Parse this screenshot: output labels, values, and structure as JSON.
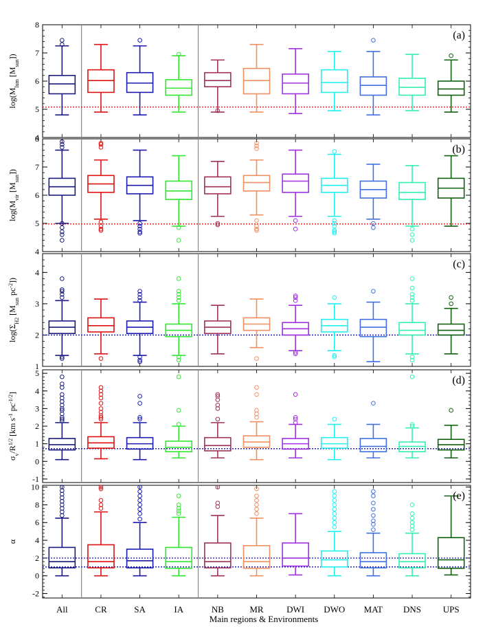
{
  "figure": {
    "categories": [
      "All",
      "CR",
      "SA",
      "IA",
      "NB",
      "MR",
      "DWI",
      "DWO",
      "MAT",
      "DNS",
      "UPS"
    ],
    "colors": [
      "#1a1a80",
      "#e01010",
      "#1a1ab0",
      "#30e830",
      "#a0305a",
      "#f09060",
      "#a030e0",
      "#20f0f0",
      "#4070e0",
      "#30f0b0",
      "#106010"
    ],
    "xlabel": "Main regions & Environments",
    "separators_after": [
      "All",
      "IA"
    ]
  },
  "chart_data": [
    {
      "type": "box",
      "panel_label": "(a)",
      "ylabel": "log(M_lum [M_sun])",
      "ylim": [
        4,
        8
      ],
      "yticks": [
        4,
        5,
        6,
        7,
        8
      ],
      "ref_lines": [
        {
          "y": 5.08,
          "color": "#e01010"
        }
      ],
      "boxes": [
        {
          "category": "All",
          "whislo": 4.8,
          "q1": 5.55,
          "med": 5.9,
          "q3": 6.2,
          "whishi": 7.25,
          "fliers": [
            7.3,
            7.45
          ]
        },
        {
          "category": "CR",
          "whislo": 4.9,
          "q1": 5.6,
          "med": 6.02,
          "q3": 6.4,
          "whishi": 7.3,
          "fliers": []
        },
        {
          "category": "SA",
          "whislo": 4.8,
          "q1": 5.6,
          "med": 5.93,
          "q3": 6.3,
          "whishi": 7.25,
          "fliers": [
            7.45
          ]
        },
        {
          "category": "IA",
          "whislo": 4.9,
          "q1": 5.5,
          "med": 5.75,
          "q3": 6.05,
          "whishi": 6.9,
          "fliers": [
            6.95
          ]
        },
        {
          "category": "NB",
          "whislo": 4.9,
          "q1": 5.8,
          "med": 6.02,
          "q3": 6.3,
          "whishi": 6.75,
          "fliers": [
            4.95
          ]
        },
        {
          "category": "MR",
          "whislo": 4.9,
          "q1": 5.55,
          "med": 6.02,
          "q3": 6.45,
          "whishi": 7.3,
          "fliers": []
        },
        {
          "category": "DWI",
          "whislo": 4.85,
          "q1": 5.55,
          "med": 5.93,
          "q3": 6.25,
          "whishi": 7.15,
          "fliers": []
        },
        {
          "category": "DWO",
          "whislo": 4.95,
          "q1": 5.6,
          "med": 5.95,
          "q3": 6.4,
          "whishi": 7.05,
          "fliers": []
        },
        {
          "category": "MAT",
          "whislo": 4.8,
          "q1": 5.5,
          "med": 5.85,
          "q3": 6.15,
          "whishi": 7.05,
          "fliers": [
            7.45
          ]
        },
        {
          "category": "DNS",
          "whislo": 4.95,
          "q1": 5.5,
          "med": 5.78,
          "q3": 6.1,
          "whishi": 6.95,
          "fliers": []
        },
        {
          "category": "UPS",
          "whislo": 4.9,
          "q1": 5.5,
          "med": 5.72,
          "q3": 6.0,
          "whishi": 6.75,
          "fliers": [
            6.9
          ]
        }
      ]
    },
    {
      "type": "box",
      "panel_label": "(b)",
      "ylabel": "log(M_vir [M_sun])",
      "ylim": [
        4,
        8
      ],
      "yticks": [
        4,
        5,
        6,
        7,
        8
      ],
      "ref_lines": [
        {
          "y": 4.98,
          "color": "#e01010"
        }
      ],
      "boxes": [
        {
          "category": "All",
          "whislo": 5.0,
          "q1": 6.0,
          "med": 6.3,
          "q3": 6.6,
          "whishi": 7.6,
          "fliers": [
            7.7,
            7.8,
            7.9,
            5.0,
            4.85,
            4.7,
            4.6,
            4.4
          ]
        },
        {
          "category": "CR",
          "whislo": 5.15,
          "q1": 6.1,
          "med": 6.4,
          "q3": 6.7,
          "whishi": 7.25,
          "fliers": [
            7.7,
            7.8,
            7.85,
            5.05,
            4.9,
            4.8,
            4.75
          ]
        },
        {
          "category": "SA",
          "whislo": 5.1,
          "q1": 6.05,
          "med": 6.35,
          "q3": 6.65,
          "whishi": 7.6,
          "fliers": [
            5.0,
            4.9,
            4.8,
            4.7,
            4.65
          ]
        },
        {
          "category": "IA",
          "whislo": 4.9,
          "q1": 5.85,
          "med": 6.15,
          "q3": 6.5,
          "whishi": 7.4,
          "fliers": [
            4.85,
            4.4
          ]
        },
        {
          "category": "NB",
          "whislo": 5.25,
          "q1": 6.05,
          "med": 6.3,
          "q3": 6.65,
          "whishi": 7.2,
          "fliers": [
            5.0,
            4.95
          ]
        },
        {
          "category": "MR",
          "whislo": 5.3,
          "q1": 6.15,
          "med": 6.45,
          "q3": 6.7,
          "whishi": 7.25,
          "fliers": [
            7.65,
            7.75,
            7.85,
            5.1,
            4.9,
            4.8,
            4.75
          ]
        },
        {
          "category": "DWI",
          "whislo": 5.25,
          "q1": 6.1,
          "med": 6.5,
          "q3": 6.75,
          "whishi": 7.6,
          "fliers": [
            5.1,
            4.8
          ]
        },
        {
          "category": "DWO",
          "whislo": 5.25,
          "q1": 6.1,
          "med": 6.35,
          "q3": 6.6,
          "whishi": 7.45,
          "fliers": [
            7.55,
            5.1,
            5.0,
            4.9,
            4.75,
            4.7,
            4.65
          ]
        },
        {
          "category": "MAT",
          "whislo": 5.15,
          "q1": 5.9,
          "med": 6.2,
          "q3": 6.5,
          "whishi": 7.1,
          "fliers": [
            5.0,
            4.85
          ]
        },
        {
          "category": "DNS",
          "whislo": 4.9,
          "q1": 5.85,
          "med": 6.1,
          "q3": 6.45,
          "whishi": 7.05,
          "fliers": [
            4.8,
            4.6,
            4.4
          ]
        },
        {
          "category": "UPS",
          "whislo": 4.9,
          "q1": 5.9,
          "med": 6.25,
          "q3": 6.6,
          "whishi": 7.4,
          "fliers": []
        }
      ]
    },
    {
      "type": "box",
      "panel_label": "(c)",
      "ylabel": "log(Σ_H2 [M_sun pc^-2])",
      "ylim": [
        1,
        4.6
      ],
      "yticks": [
        1,
        2,
        3,
        4
      ],
      "ref_lines": [
        {
          "y": 2.0,
          "color": "#1010a0"
        }
      ],
      "boxes": [
        {
          "category": "All",
          "whislo": 1.35,
          "q1": 2.05,
          "med": 2.25,
          "q3": 2.45,
          "whishi": 3.1,
          "fliers": [
            3.2,
            3.3,
            3.4,
            3.45,
            3.8,
            1.3,
            1.25
          ]
        },
        {
          "category": "CR",
          "whislo": 1.4,
          "q1": 2.1,
          "med": 2.3,
          "q3": 2.55,
          "whishi": 3.15,
          "fliers": [
            1.25
          ]
        },
        {
          "category": "SA",
          "whislo": 1.35,
          "q1": 2.05,
          "med": 2.25,
          "q3": 2.45,
          "whishi": 3.05,
          "fliers": [
            3.1,
            3.2,
            3.3,
            3.4,
            1.3,
            1.2,
            1.15
          ]
        },
        {
          "category": "IA",
          "whislo": 1.35,
          "q1": 1.95,
          "med": 2.15,
          "q3": 2.35,
          "whishi": 3.0,
          "fliers": [
            3.1,
            3.2,
            3.3,
            3.4,
            3.8,
            1.3,
            1.2
          ]
        },
        {
          "category": "NB",
          "whislo": 1.4,
          "q1": 2.05,
          "med": 2.25,
          "q3": 2.45,
          "whishi": 2.95,
          "fliers": []
        },
        {
          "category": "MR",
          "whislo": 1.6,
          "q1": 2.15,
          "med": 2.35,
          "q3": 2.55,
          "whishi": 3.15,
          "fliers": [
            1.25
          ]
        },
        {
          "category": "DWI",
          "whislo": 1.5,
          "q1": 2.0,
          "med": 2.2,
          "q3": 2.4,
          "whishi": 2.95,
          "fliers": [
            3.1,
            3.2,
            3.25,
            1.45,
            1.4
          ]
        },
        {
          "category": "DWO",
          "whislo": 1.5,
          "q1": 2.1,
          "med": 2.3,
          "q3": 2.5,
          "whishi": 3.0,
          "fliers": [
            3.2,
            1.35,
            1.3
          ]
        },
        {
          "category": "MAT",
          "whislo": 1.15,
          "q1": 1.95,
          "med": 2.25,
          "q3": 2.5,
          "whishi": 3.05,
          "fliers": [
            3.4
          ]
        },
        {
          "category": "DNS",
          "whislo": 1.4,
          "q1": 2.0,
          "med": 2.15,
          "q3": 2.4,
          "whishi": 3.0,
          "fliers": [
            3.1,
            3.2,
            3.3,
            3.5,
            3.8,
            1.3,
            1.2
          ]
        },
        {
          "category": "UPS",
          "whislo": 1.4,
          "q1": 2.0,
          "med": 2.15,
          "q3": 2.35,
          "whishi": 2.85,
          "fliers": [
            3.0,
            3.2
          ]
        }
      ]
    },
    {
      "type": "box",
      "panel_label": "(d)",
      "ylabel": "σ_v/R^1/2 [km s^-1 pc^-1/2]",
      "ylim": [
        -1.2,
        5.2
      ],
      "yticks": [
        -1,
        0,
        1,
        2,
        3,
        4,
        5
      ],
      "ref_lines": [
        {
          "y": 0.72,
          "color": "#1010a0"
        }
      ],
      "boxes": [
        {
          "category": "All",
          "whislo": 0.1,
          "q1": 0.65,
          "med": 0.95,
          "q3": 1.3,
          "whishi": 2.2,
          "fliers": [
            2.3,
            2.4,
            2.5,
            2.7,
            2.9,
            3.0,
            3.2,
            3.4,
            3.6,
            3.8,
            4.2,
            4.4,
            4.8
          ]
        },
        {
          "category": "CR",
          "whislo": 0.15,
          "q1": 0.75,
          "med": 1.05,
          "q3": 1.4,
          "whishi": 2.2,
          "fliers": [
            2.4,
            2.5,
            2.6,
            2.8,
            3.0,
            3.3,
            3.6,
            3.8,
            4.0,
            4.2
          ]
        },
        {
          "category": "SA",
          "whislo": 0.1,
          "q1": 0.7,
          "med": 1.0,
          "q3": 1.35,
          "whishi": 2.2,
          "fliers": [
            2.4,
            2.5,
            3.3,
            3.7
          ]
        },
        {
          "category": "IA",
          "whislo": 0.2,
          "q1": 0.55,
          "med": 0.8,
          "q3": 1.15,
          "whishi": 2.0,
          "fliers": [
            2.1,
            2.9,
            4.8
          ]
        },
        {
          "category": "NB",
          "whislo": 0.2,
          "q1": 0.6,
          "med": 0.9,
          "q3": 1.35,
          "whishi": 2.2,
          "fliers": [
            2.4,
            3.0,
            3.2,
            3.5,
            3.7,
            3.8
          ]
        },
        {
          "category": "MR",
          "whislo": 0.1,
          "q1": 0.8,
          "med": 1.1,
          "q3": 1.45,
          "whishi": 2.25,
          "fliers": [
            2.5,
            2.7,
            2.9,
            3.8,
            4.2
          ]
        },
        {
          "category": "DWI",
          "whislo": 0.2,
          "q1": 0.7,
          "med": 1.0,
          "q3": 1.3,
          "whishi": 2.1,
          "fliers": [
            2.2,
            2.4,
            2.5,
            3.8
          ]
        },
        {
          "category": "DWO",
          "whislo": 0.1,
          "q1": 0.75,
          "med": 1.0,
          "q3": 1.35,
          "whishi": 2.1,
          "fliers": [
            2.4
          ]
        },
        {
          "category": "MAT",
          "whislo": 0.2,
          "q1": 0.55,
          "med": 0.85,
          "q3": 1.3,
          "whishi": 2.1,
          "fliers": [
            3.3
          ]
        },
        {
          "category": "DNS",
          "whislo": 0.2,
          "q1": 0.55,
          "med": 0.85,
          "q3": 1.1,
          "whishi": 1.9,
          "fliers": [
            2.0,
            2.1,
            4.8
          ]
        },
        {
          "category": "UPS",
          "whislo": 0.2,
          "q1": 0.65,
          "med": 0.95,
          "q3": 1.25,
          "whishi": 2.05,
          "fliers": [
            2.9
          ]
        }
      ]
    },
    {
      "type": "box",
      "panel_label": "(e)",
      "ylabel": "α",
      "ylim": [
        -2.5,
        10.2
      ],
      "yticks": [
        -2,
        0,
        2,
        4,
        6,
        8,
        10
      ],
      "ref_lines": [
        {
          "y": 1.0,
          "color": "#1010a0"
        },
        {
          "y": 2.0,
          "color": "#1010a0"
        }
      ],
      "boxes": [
        {
          "category": "All",
          "whislo": 0.0,
          "q1": 0.9,
          "med": 1.6,
          "q3": 3.2,
          "whishi": 6.5,
          "fliers": [
            6.8,
            7.2,
            7.6,
            8.0,
            8.4,
            8.8,
            9.2,
            9.6,
            10.0
          ]
        },
        {
          "category": "CR",
          "whislo": 0.0,
          "q1": 0.9,
          "med": 1.6,
          "q3": 3.5,
          "whishi": 7.2,
          "fliers": [
            7.6,
            8.0,
            8.5,
            9.8,
            10.0
          ]
        },
        {
          "category": "SA",
          "whislo": 0.0,
          "q1": 0.9,
          "med": 1.7,
          "q3": 3.0,
          "whishi": 6.0,
          "fliers": [
            6.4,
            7.0,
            7.5,
            8.0,
            8.5,
            9.0,
            9.5,
            10.0
          ]
        },
        {
          "category": "IA",
          "whislo": 0.0,
          "q1": 0.85,
          "med": 1.6,
          "q3": 3.2,
          "whishi": 6.6,
          "fliers": [
            7.0,
            7.3,
            7.6,
            8.0,
            9.0
          ]
        },
        {
          "category": "NB",
          "whislo": 0.0,
          "q1": 0.9,
          "med": 1.6,
          "q3": 3.7,
          "whishi": 6.8,
          "fliers": [
            7.8,
            8.2,
            10.0
          ]
        },
        {
          "category": "MR",
          "whislo": 0.0,
          "q1": 0.85,
          "med": 1.6,
          "q3": 3.4,
          "whishi": 6.5,
          "fliers": [
            7.0,
            7.5,
            8.0,
            8.5,
            9.0,
            9.8
          ]
        },
        {
          "category": "DWI",
          "whislo": 0.1,
          "q1": 1.1,
          "med": 2.0,
          "q3": 3.7,
          "whishi": 7.0,
          "fliers": []
        },
        {
          "category": "DWO",
          "whislo": 0.0,
          "q1": 1.0,
          "med": 1.8,
          "q3": 2.8,
          "whishi": 5.0,
          "fliers": [
            5.5,
            6.0,
            6.5,
            7.0,
            7.5,
            8.0,
            8.5,
            9.0,
            9.5
          ]
        },
        {
          "category": "MAT",
          "whislo": 0.0,
          "q1": 0.9,
          "med": 1.6,
          "q3": 2.6,
          "whishi": 4.8,
          "fliers": [
            5.2,
            5.8,
            6.2,
            6.8,
            7.5,
            8.2,
            9.0,
            9.5
          ]
        },
        {
          "category": "DNS",
          "whislo": 0.0,
          "q1": 0.9,
          "med": 1.6,
          "q3": 2.5,
          "whishi": 4.8,
          "fliers": [
            5.2,
            5.6,
            6.0,
            6.5,
            7.0,
            8.0
          ]
        },
        {
          "category": "UPS",
          "whislo": 0.1,
          "q1": 0.85,
          "med": 1.8,
          "q3": 4.3,
          "whishi": 9.0,
          "fliers": []
        }
      ]
    }
  ]
}
